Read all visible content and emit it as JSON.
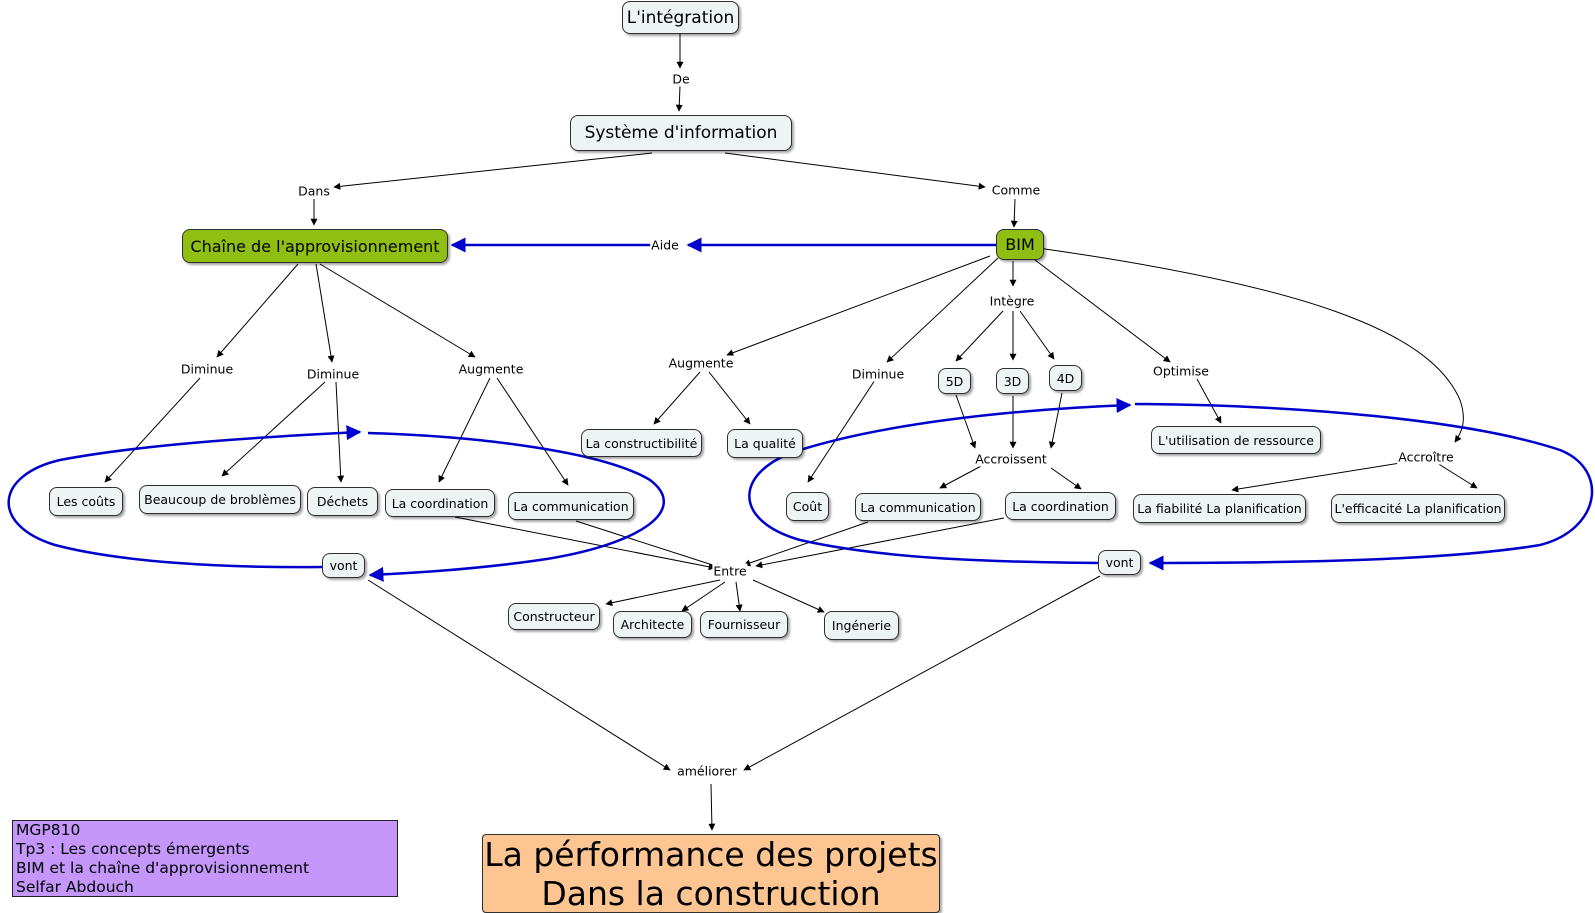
{
  "concepts": {
    "integration": "L'intégration",
    "systeme": "Système d'information",
    "chaine": "Chaîne de l'approvisionnement",
    "bim": "BIM",
    "couts": "Les coûts",
    "problemes": "Beaucoup de broblèmes",
    "dechets": "Déchets",
    "coordination1": "La coordination",
    "communication1": "La communication",
    "constructibilite": "La constructibilité",
    "qualite": "La qualité",
    "cout": "Coût",
    "communication2": "La communication",
    "coordination2": "La coordination",
    "d5": "5D",
    "d3": "3D",
    "d4": "4D",
    "ressource": "L'utilisation de ressource",
    "fiabilite": "La fiabilité La planification",
    "efficacite": "L'efficacité La planification",
    "constructeur": "Constructeur",
    "architecte": "Architecte",
    "fournisseur": "Fournisseur",
    "ingenerie": "Ingénerie",
    "vont1": "vont",
    "vont2": "vont",
    "performance_line1": "La pérformance des projets",
    "performance_line2": "Dans la construction"
  },
  "linking_phrases": {
    "de": "De",
    "dans": "Dans",
    "comme": "Comme",
    "aide": "Aide",
    "diminue1": "Diminue",
    "diminue2": "Diminue",
    "augmente1": "Augmente",
    "augmente2": "Augmente",
    "diminue3": "Diminue",
    "integre": "Intègre",
    "optimise": "Optimise",
    "accroissent": "Accroissent",
    "accroitre": "Accroître",
    "entre": "Entre",
    "ameliorer": "améliorer"
  },
  "info_box": {
    "line1": "MGP810",
    "line2": "Tp3 : Les concepts émergents",
    "line3": "BIM et la chaîne d'approvisionnement",
    "line4": "Selfar Abdouch"
  },
  "colors": {
    "highlight_node": "#8fbf12",
    "result_node": "#fcc591",
    "info_box": "#c597fb",
    "blue_arrow": "#0000cc",
    "node_fill": "#eef3f4"
  }
}
